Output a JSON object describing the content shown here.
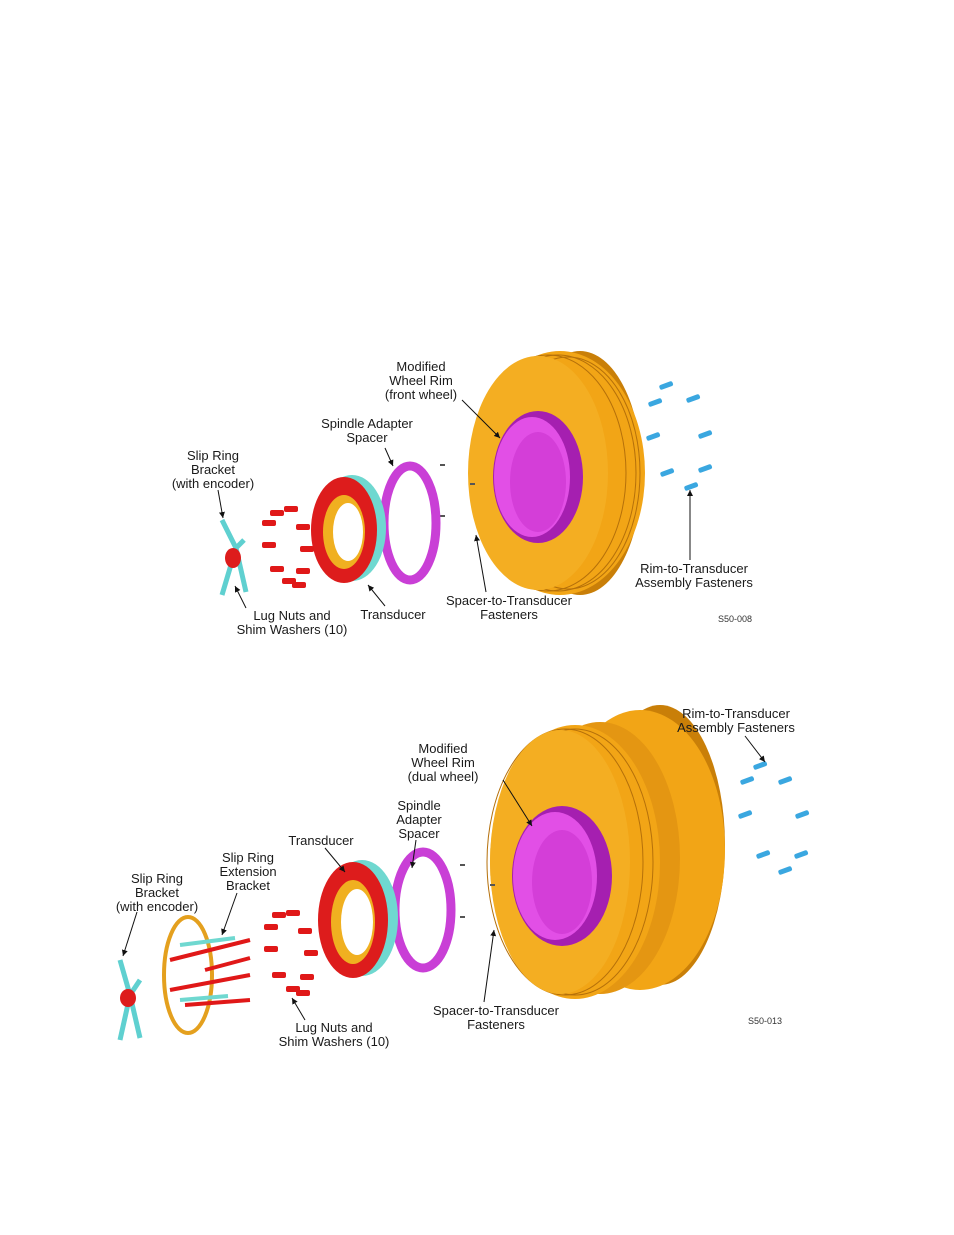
{
  "diagram1": {
    "modified_rim": [
      "Modified",
      "Wheel Rim",
      "(front wheel)"
    ],
    "spindle_spacer": [
      "Spindle Adapter",
      "Spacer"
    ],
    "slip_ring_bracket": [
      "Slip Ring",
      "Bracket",
      "(with encoder)"
    ],
    "lug_nuts": [
      "Lug Nuts and",
      "Shim Washers (10)"
    ],
    "transducer": [
      "Transducer"
    ],
    "spacer_fasteners": [
      "Spacer-to-Transducer",
      "Fasteners"
    ],
    "rim_fasteners": [
      "Rim-to-Transducer",
      "Assembly Fasteners"
    ],
    "code": "S50-008"
  },
  "diagram2": {
    "rim_fasteners": [
      "Rim-to-Transducer",
      "Assembly Fasteners"
    ],
    "modified_rim": [
      "Modified",
      "Wheel Rim",
      "(dual wheel)"
    ],
    "spindle_spacer": [
      "Spindle",
      "Adapter",
      "Spacer"
    ],
    "transducer": [
      "Transducer"
    ],
    "extension_bracket": [
      "Slip Ring",
      "Extension",
      "Bracket"
    ],
    "slip_ring_bracket": [
      "Slip Ring",
      "Bracket",
      "(with encoder)"
    ],
    "lug_nuts": [
      "Lug Nuts and",
      "Shim Washers (10)"
    ],
    "spacer_fasteners": [
      "Spacer-to-Transducer",
      "Fasteners"
    ],
    "code": "S50-013"
  },
  "colors": {
    "tire": "#f2a516",
    "tire_dark": "#c97f08",
    "rim": "#e24fe6",
    "rim_dark": "#a51fb0",
    "transducer_red": "#dd1c1c",
    "transducer_cyan": "#6fd8d0",
    "transducer_inner": "#f0b020",
    "spacer": "#c93fd6",
    "lug": "#e01818",
    "fastener": "#3aa7e0",
    "bracket": "#5fd0d0"
  }
}
